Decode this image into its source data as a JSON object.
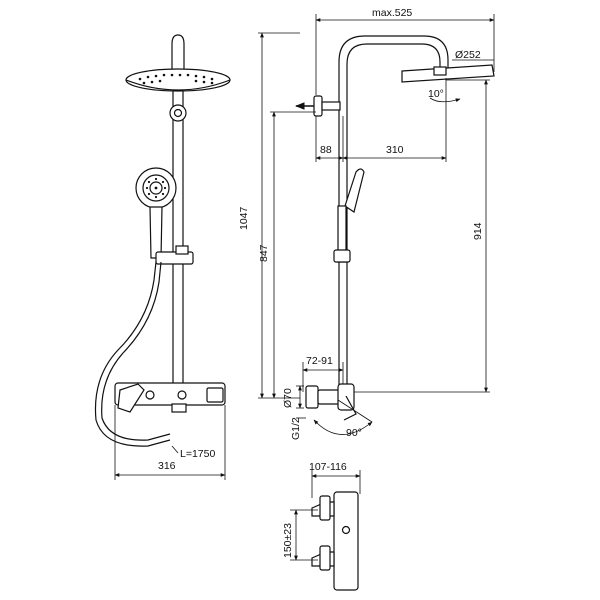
{
  "dimensions": {
    "max_reach": "max.525",
    "head_diameter": "Ø252",
    "head_angle": "10°",
    "wall_offset": "88",
    "arm_length": "310",
    "total_height": "1047",
    "rail_height": "847",
    "head_height": "914",
    "inlet_spacing": "72-91",
    "inlet_diameter": "Ø70",
    "thread": "G1/2",
    "rotation_angle": "90°",
    "hose_length": "L=1750",
    "mixer_width": "316",
    "valve_depth": "107-116",
    "center_distance": "150±23"
  }
}
